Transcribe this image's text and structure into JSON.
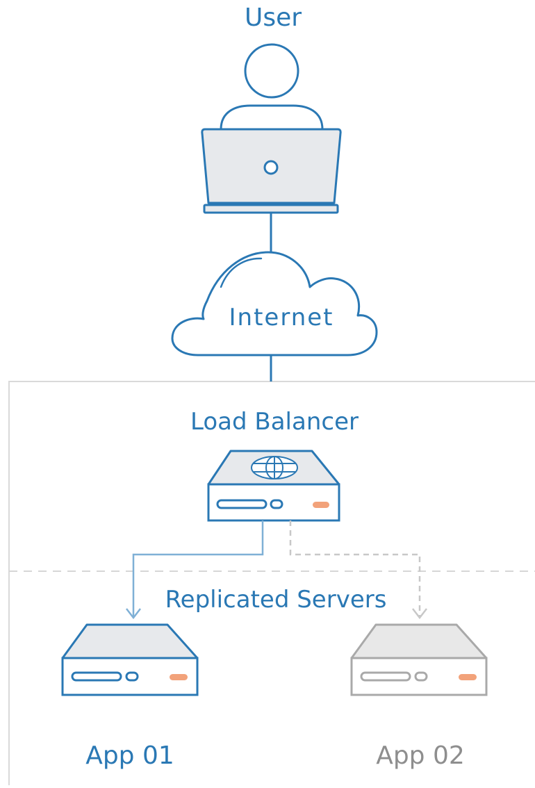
{
  "labels": {
    "user": "User",
    "internet": "Internet",
    "load_balancer": "Load Balancer",
    "replicated_servers": "Replicated Servers",
    "app_01": "App 01",
    "app_02": "App 02"
  },
  "colors": {
    "primary": "#2a78b4",
    "panel_fill": "#e7e9ec",
    "arrow_active": "#7fb0d6",
    "inactive": "#a9a9a9",
    "inactive_dashed": "#c8c8c8",
    "accent_led": "#f2a27a",
    "panel_border": "#d9d9d9"
  },
  "icons": {
    "user": "user-avatar-icon",
    "laptop": "laptop-icon",
    "cloud": "cloud-icon",
    "globe": "globe-icon",
    "server": "server-icon"
  }
}
